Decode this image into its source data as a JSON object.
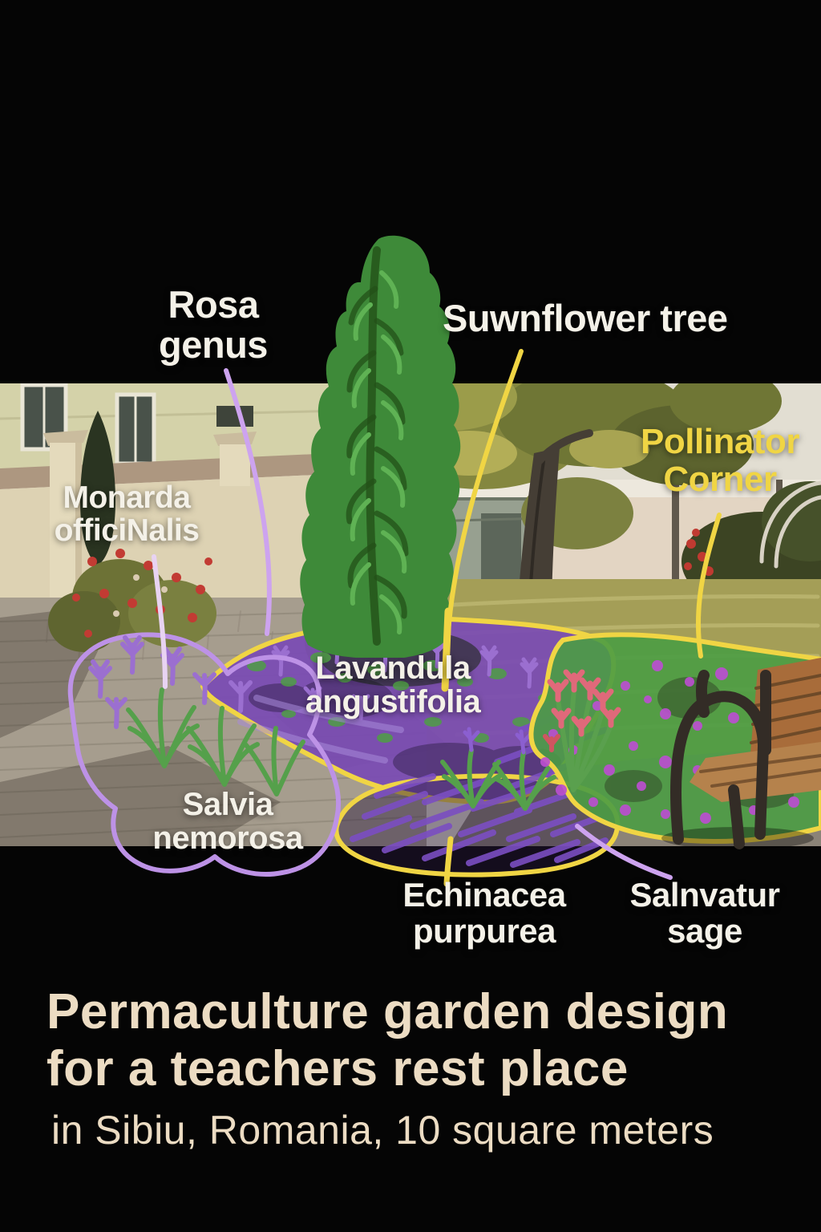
{
  "illustration": "permaculture garden design sketch over photo",
  "labels": {
    "rosa_genus": {
      "lines": [
        "Rosa",
        "genus"
      ]
    },
    "sunflower_tree": {
      "lines": [
        "Suwnflower tree"
      ]
    },
    "pollinator_corner": {
      "lines": [
        "Pollinator",
        "Corner"
      ]
    },
    "monarda": {
      "lines": [
        "Monarda",
        "officiNalis"
      ]
    },
    "lavandula": {
      "lines": [
        "Lavandula",
        "angustifolia"
      ]
    },
    "salvia": {
      "lines": [
        "Salvia",
        "nemorosa"
      ]
    },
    "echinacea": {
      "lines": [
        "Echinacea",
        "purpurea"
      ]
    },
    "salnvatur_sage": {
      "lines": [
        "Salnvatur",
        "sage"
      ]
    }
  },
  "caption": {
    "line1": "Permaculture garden design",
    "line2": "for a teachers rest place",
    "line3": "in Sibiu, Romania, 10 square meters"
  },
  "palette": {
    "annotation_yellow": "#f0d544",
    "annotation_purple_outline": "#bd92e6",
    "lavender_fill": "#7a4bb4",
    "drawn_tree_green": "#3e8a39",
    "pollinator_green": "#4b9c44",
    "magenta_flower_dot": "#bb4fd0",
    "pink_flower": "#e0697a",
    "label_white": "#f4f1e8",
    "caption_cream": "#ecdcc3",
    "background": "#050505"
  }
}
